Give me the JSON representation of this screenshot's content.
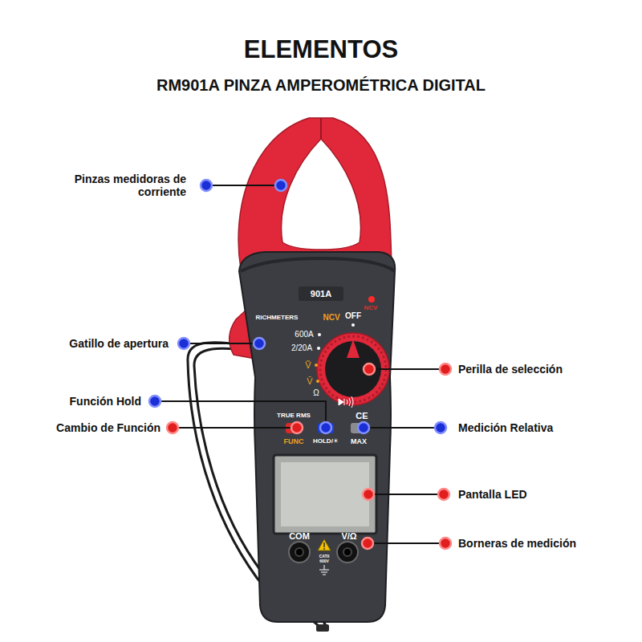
{
  "diagram": {
    "title": "ELEMENTOS",
    "labels": [
      "RM901A PINZA AMPEROMÉTRICA DIGITAL",
      "Pinzas medidoras de corriente",
      "901A",
      "NCV",
      "RICHMETERS",
      "NCV",
      "OFF",
      "600A",
      "Gatillo de apertura",
      "2/20A",
      "Perilla de selección",
      "Ṽ",
      "V̄",
      "Ω",
      "Función Hold",
      "TRUE RMS",
      "CE",
      "Cambio de Función",
      "Medición Relativa",
      "FUNC",
      "HOLD/☀",
      "MAX",
      "Pantalla LED",
      "COM",
      "V/Ω",
      "Borneras de medición",
      "CATII 600V"
    ]
  }
}
